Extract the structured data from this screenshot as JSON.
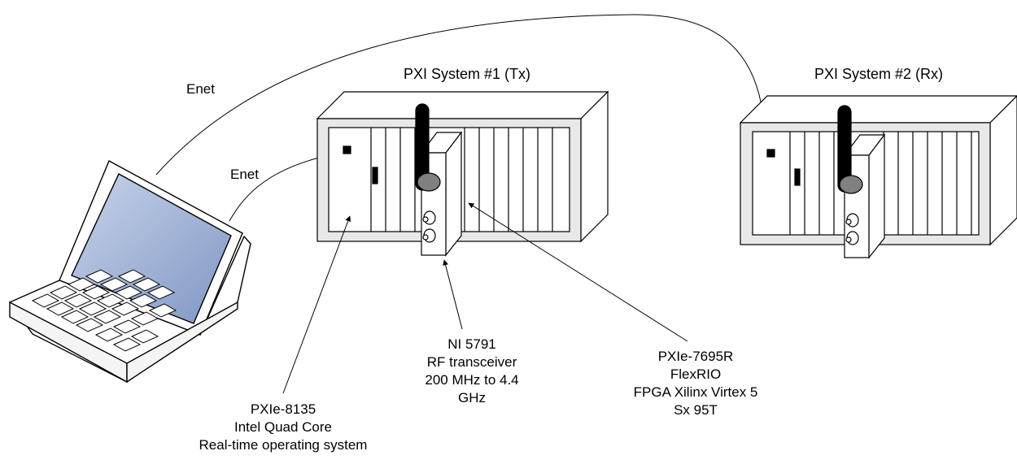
{
  "labels": {
    "enet_long": "Enet",
    "enet_short": "Enet",
    "system1_title": "PXI System #1 (Tx)",
    "system2_title": "PXI System #2 (Rx)",
    "ni5791": [
      "NI 5791",
      "RF transceiver",
      "200 MHz to 4.4",
      "GHz"
    ],
    "pxie7695r": [
      "PXIe-7695R",
      "FlexRIO",
      "FPGA Xilinx Virtex 5",
      "Sx 95T"
    ],
    "pxie8135": [
      "PXIe-8135",
      "Intel Quad Core",
      "Real-time operating system"
    ]
  },
  "colors": {
    "stroke": "#000000",
    "chassis_fill": "#ffffff",
    "chassis_border_fill": "#e8e8e8",
    "screen_fill": "#9fb3d6",
    "antenna": "#000000",
    "knob": "#808080"
  }
}
